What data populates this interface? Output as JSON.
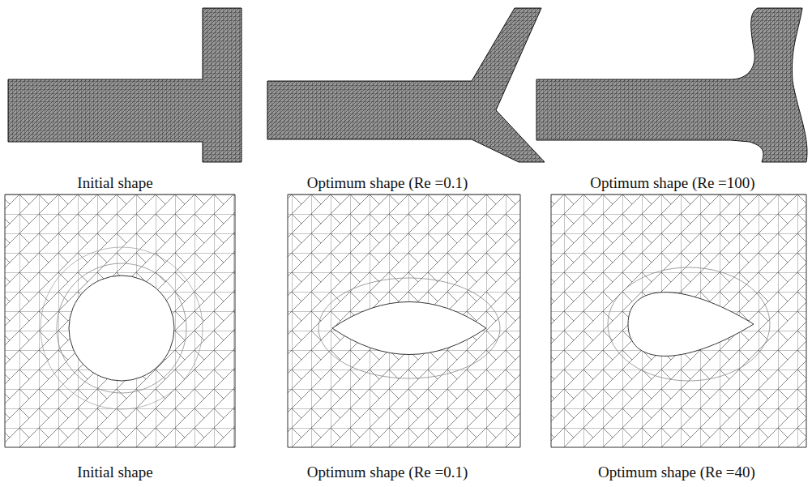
{
  "diagram": {
    "labels": [
      "Initial shape",
      "Optimum shape (Re =0.1)",
      "Optimum shape (Re =100)",
      "Initial shape",
      "Optimum shape (Re =0.1)",
      "Optimum shape (Re =40)"
    ]
  }
}
